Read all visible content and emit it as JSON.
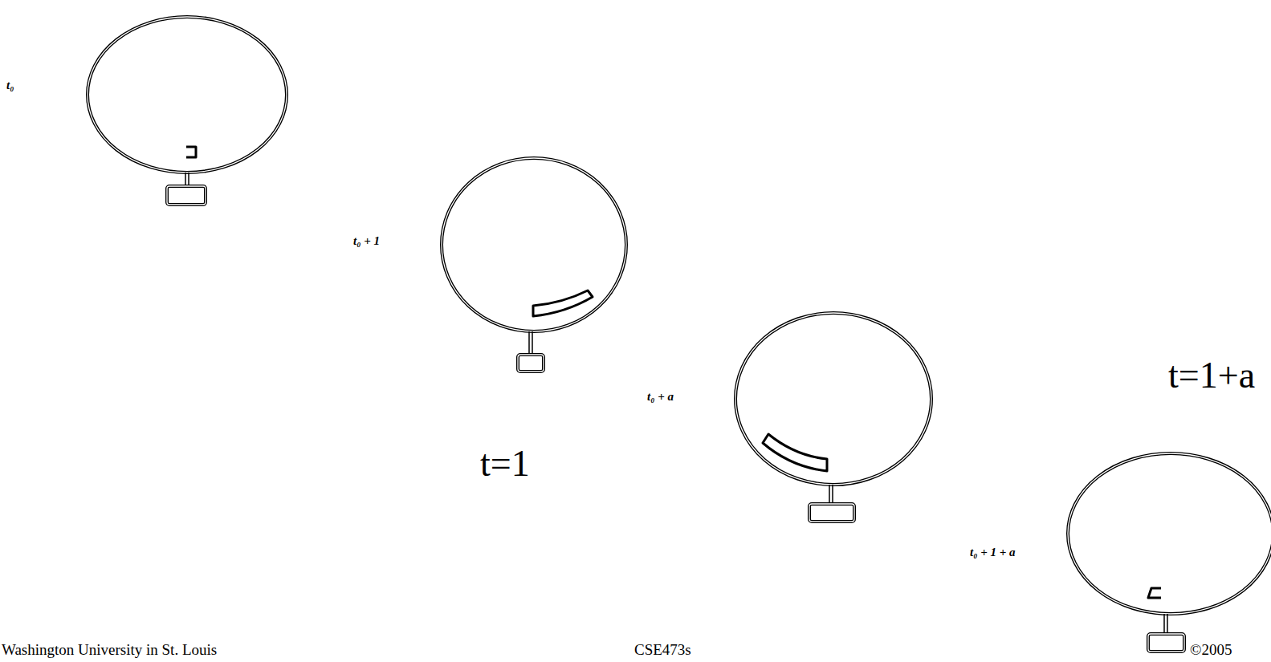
{
  "diagram": {
    "labels": [
      "t₀",
      "t₀ + 1",
      "t₀ + a",
      "t₀ + 1 + a",
      "t=1",
      "t=1+a",
      "Washington University in St. Louis",
      "CSE473s",
      "©2005"
    ]
  }
}
